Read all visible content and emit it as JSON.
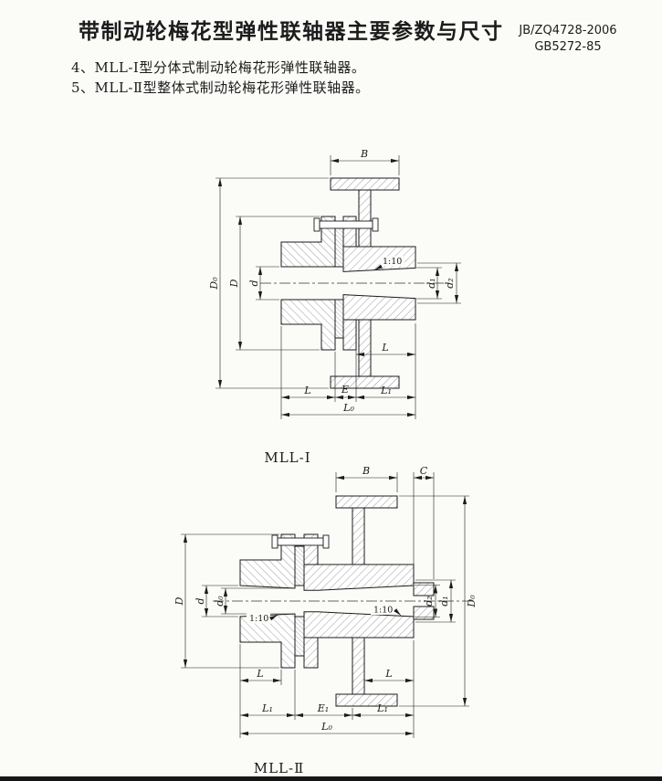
{
  "page": {
    "title": "带制动轮梅花型弹性联轴器主要参数与尺寸",
    "standards": {
      "line1": "JB/ZQ4728-2006",
      "line2": "GB5272-85"
    },
    "notes": [
      {
        "text": "4、MLL-Ⅰ型分体式制动轮梅花形弹性联轴器。"
      },
      {
        "text": "5、MLL-Ⅱ型整体式制动轮梅花形弹性联轴器。"
      }
    ]
  },
  "figure1": {
    "caption": "MLL-Ⅰ",
    "dims": {
      "B": "B",
      "D0": "D₀",
      "D": "D",
      "d": "d",
      "taper": "1:10",
      "d1": "d₁",
      "d2": "d₂",
      "L_hub": "L",
      "L": "L",
      "E": "E",
      "L1": "L₁",
      "L0": "L₀"
    }
  },
  "figure2": {
    "caption": "MLL-Ⅱ",
    "dims": {
      "B": "B",
      "C": "C",
      "D": "D",
      "d": "d",
      "d0": "d₀",
      "taper_left": "1:10",
      "taper_right": "1:10",
      "d2": "d₂",
      "d1": "d₁",
      "D0": "D₀",
      "L_left": "L",
      "L_right": "L",
      "L1_left": "L₁",
      "E1": "E₁",
      "L1_right": "L₁",
      "L0": "L₀"
    }
  },
  "colors": {
    "ink": "#1c1c1c",
    "paper": "#fbfbf8"
  }
}
